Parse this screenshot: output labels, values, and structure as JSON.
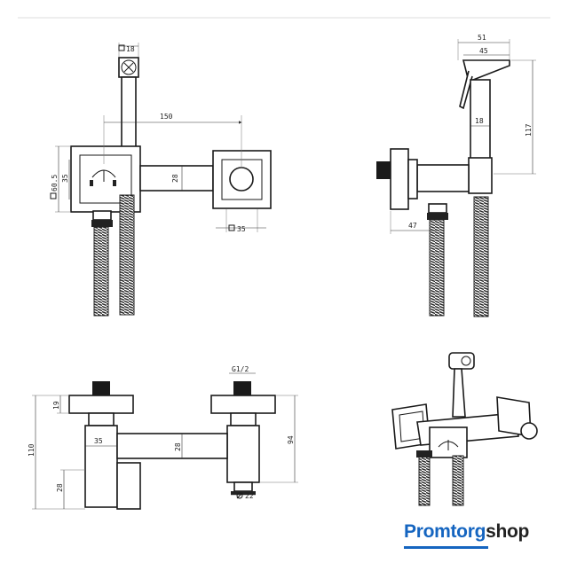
{
  "brand": {
    "part1": "Promtorg",
    "part2": "shop",
    "accent": "#1565c0",
    "dark": "#222222"
  },
  "front_view": {
    "nozzle_width": "18",
    "center_distance": "150",
    "flange_size": "60.5",
    "offset_height": "35",
    "body_height": "28",
    "wall_square": "35"
  },
  "side_view": {
    "handle_width": "51",
    "head_width": "45",
    "nozzle_width": "18",
    "height": "117",
    "projection": "47"
  },
  "bottom_view": {
    "thread": "G1/2",
    "total_height": "110",
    "flange_height": "19",
    "body_width": "35",
    "body_height": "28",
    "right_height": "94",
    "low_height": "28",
    "diameter": "22"
  }
}
